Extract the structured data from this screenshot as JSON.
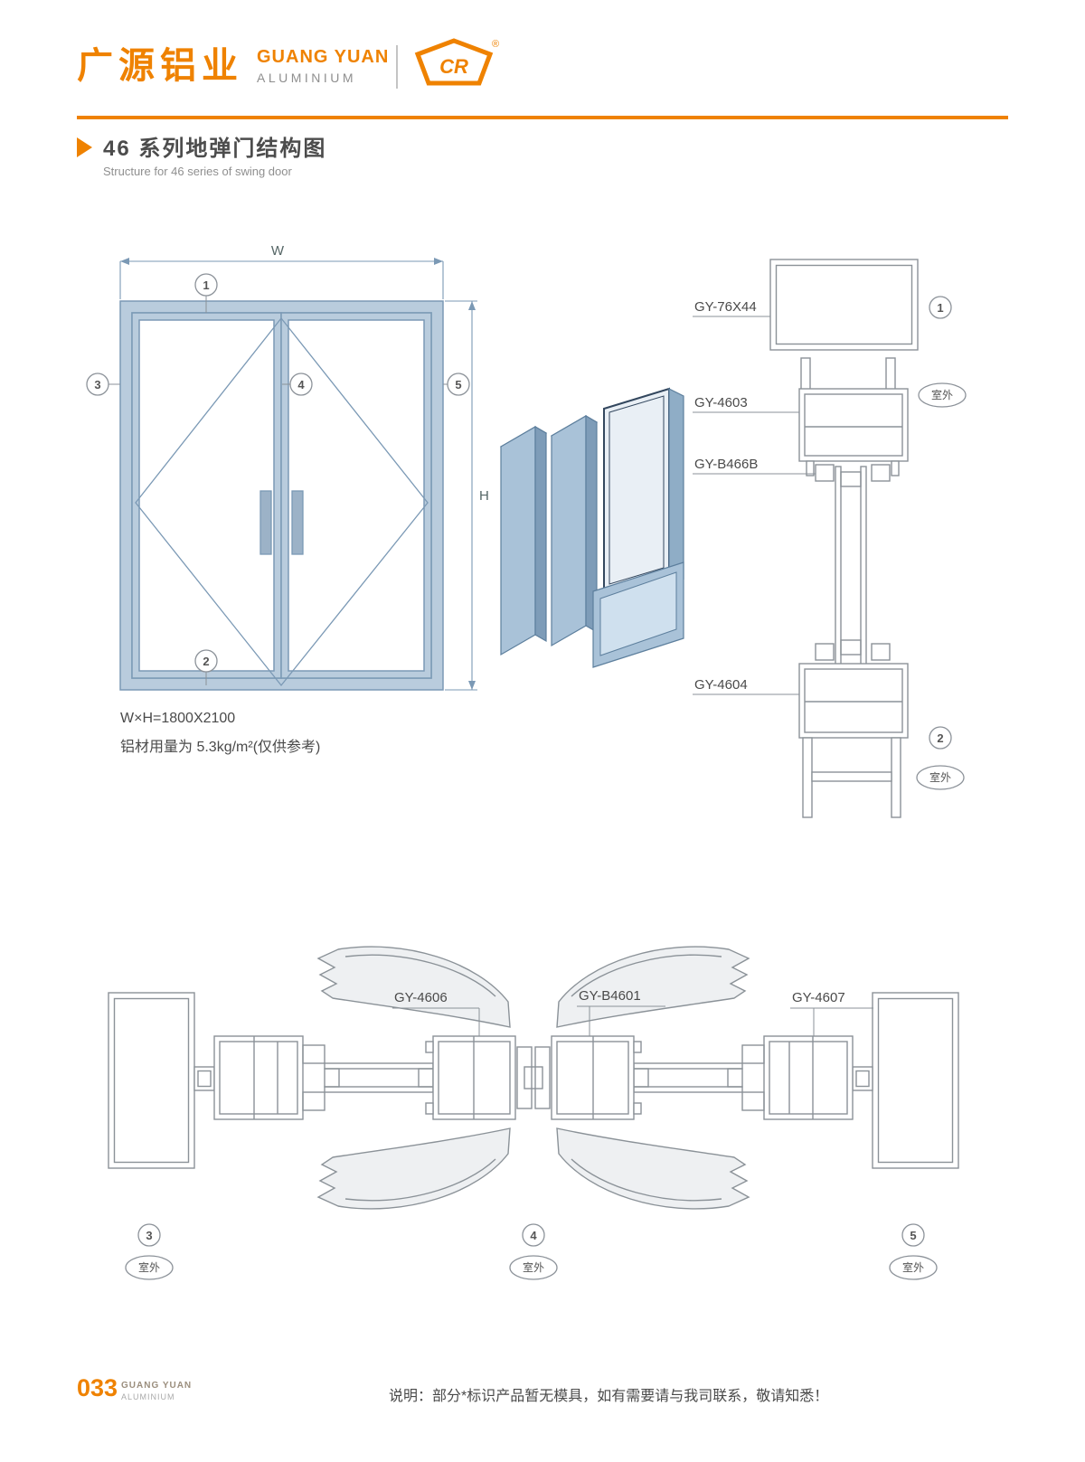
{
  "colors": {
    "accent_orange": "#ef8200",
    "frame_blue_stroke": "#7b99b5",
    "frame_blue_fill": "#b9ccdd",
    "drawing_line_gray": "#8b9298"
  },
  "header": {
    "logo_cn": "广源铝业",
    "logo_en_line1": "GUANG YUAN",
    "logo_en_line2": "ALUMINIUM",
    "logo_mark_text": "CR",
    "reg_mark": "®"
  },
  "title": {
    "heading": "46 系列地弹门结构图",
    "subheading": "Structure for 46 series of swing door"
  },
  "elevation": {
    "dim_width_label": "W",
    "dim_height_label": "H",
    "spec_size": "W×H=1800X2100",
    "spec_usage": "铝材用量为 5.3kg/m²(仅供参考)"
  },
  "markers": {
    "n1": "1",
    "n2": "2",
    "n3": "3",
    "n4": "4",
    "n5": "5"
  },
  "outdoor_label": "室外",
  "profiles": {
    "top_frame": "GY-76X44",
    "door_top_rail": "GY-4603",
    "glazing_bead": "GY-B466B",
    "door_bottom_rail": "GY-4604",
    "left_stile": "GY-4606",
    "center_astragal": "GY-B4601",
    "right_stile": "GY-4607"
  },
  "footer": {
    "page_number": "033",
    "brand_line1": "GUANG YUAN",
    "brand_line2": "ALUMINIUM",
    "note": "说明：部分*标识产品暂无模具，如有需要请与我司联系，敬请知悉！"
  }
}
